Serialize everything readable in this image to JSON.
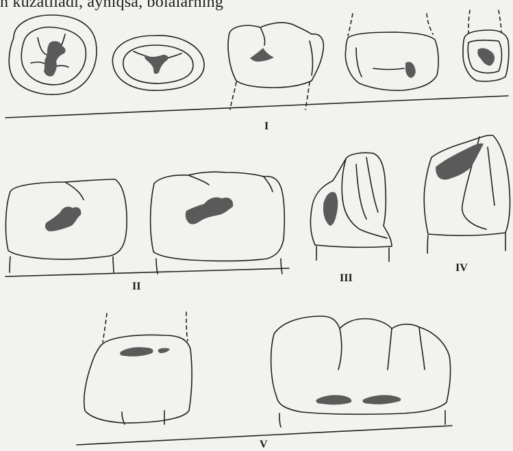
{
  "header": {
    "text": "n kuzatiladi, ayniqsa, bolalarning"
  },
  "groups": [
    {
      "label": "I"
    },
    {
      "label": "II"
    },
    {
      "label": "III"
    },
    {
      "label": "IV"
    },
    {
      "label": "V"
    }
  ],
  "colors": {
    "line": "#1f1f1f",
    "caries": "#5a5a5a",
    "background": "#f2f2ef"
  }
}
